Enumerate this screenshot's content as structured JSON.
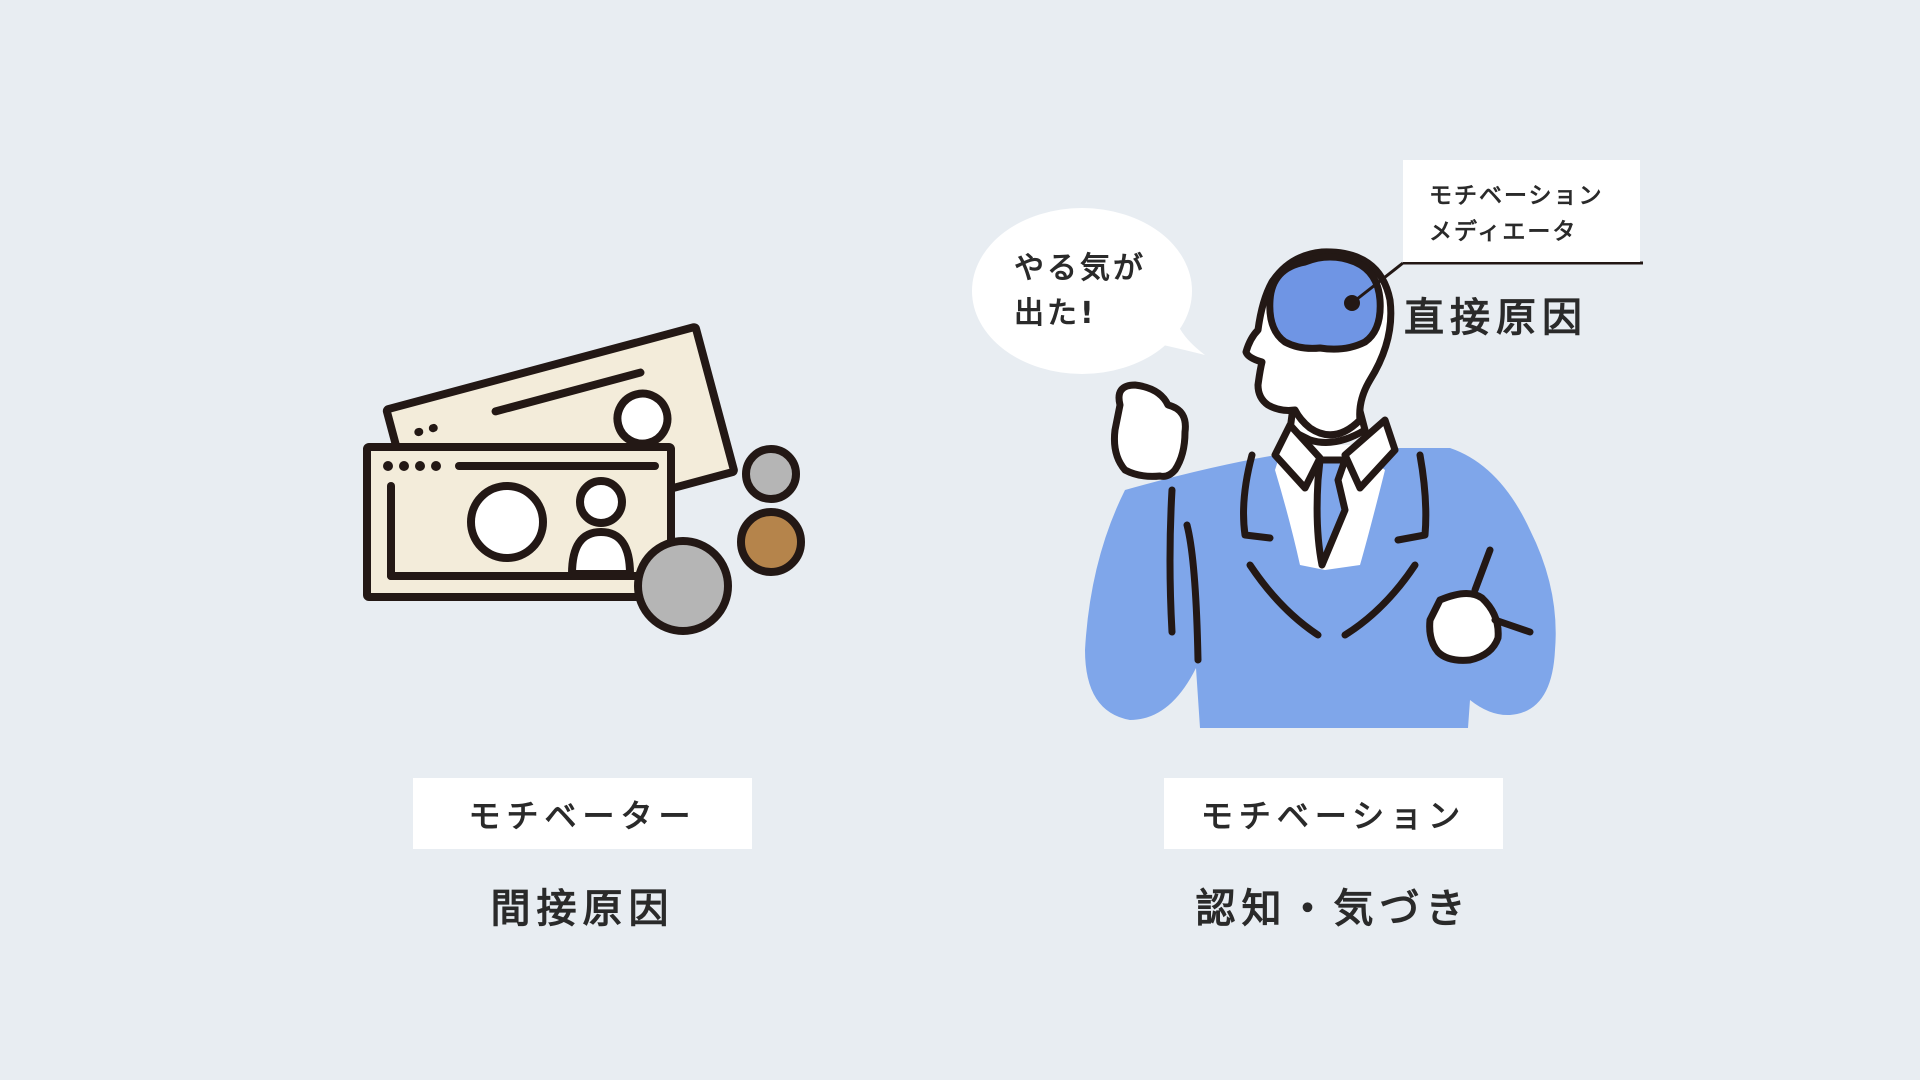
{
  "left": {
    "label": "モチベーター",
    "caption": "間接原因"
  },
  "right": {
    "label": "モチベーション",
    "caption": "認知・気づき"
  },
  "speech_bubble": {
    "text": "やる気が\n出た!"
  },
  "brain_callout": {
    "line1": "モチベーション",
    "line2": "メディエータ",
    "caption": "直接原因"
  },
  "colors": {
    "background": "#e8edf2",
    "outline": "#231815",
    "bill": "#f3ecda",
    "coin_silver": "#b5b5b5",
    "coin_copper": "#b5844b",
    "suit": "#7fa6ea",
    "brain": "#6f95e4"
  },
  "icons": [
    "money-icon",
    "businessman-icon",
    "brain-icon",
    "speech-bubble-icon"
  ]
}
